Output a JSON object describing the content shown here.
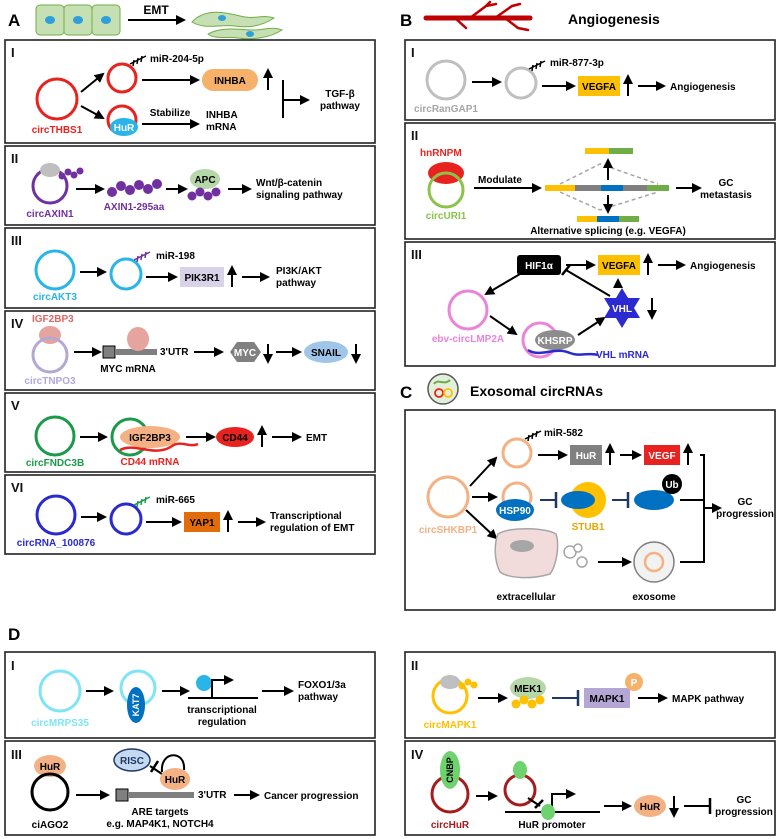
{
  "panel_a": {
    "letter": "A",
    "header_label": "EMT",
    "i": {
      "numeral": "I",
      "circ": "circTHBS1",
      "mirna": "miR-204-5p",
      "protein_box": "INHBA",
      "hur": "HuR",
      "stabilize": "Stabilize",
      "mrna_line1": "INHBA",
      "mrna_line2": "mRNA",
      "pathway_line1": "TGF-β",
      "pathway_line2": "pathway"
    },
    "ii": {
      "numeral": "II",
      "circ": "circAXIN1",
      "peptide": "AXIN1-295aa",
      "protein_box": "APC",
      "pathway_line1": "Wnt/β-catenin",
      "pathway_line2": "signaling pathway"
    },
    "iii": {
      "numeral": "III",
      "circ": "circAKT3",
      "mirna": "miR-198",
      "protein_box": "PIK3R1",
      "pathway_line1": "PI3K/AKT",
      "pathway_line2": "pathway"
    },
    "iv": {
      "numeral": "IV",
      "rbp": "IGF2BP3",
      "circ": "circTNPO3",
      "utr": "3'UTR",
      "mrna": "MYC mRNA",
      "protein_box": "MYC",
      "target_box": "SNAIL"
    },
    "v": {
      "numeral": "V",
      "circ": "circFNDC3B",
      "rbp_box": "IGF2BP3",
      "mrna": "CD44 mRNA",
      "protein_box": "CD44",
      "outcome": "EMT"
    },
    "vi": {
      "numeral": "VI",
      "circ": "circRNA_100876",
      "mirna": "miR-665",
      "protein_box": "YAP1",
      "outcome_line1": "Transcriptional",
      "outcome_line2": "regulation of EMT"
    }
  },
  "panel_b": {
    "letter": "B",
    "title": "Angiogenesis",
    "i": {
      "numeral": "I",
      "circ": "circRanGAP1",
      "mirna": "miR-877-3p",
      "protein_box": "VEGFA",
      "outcome": "Angiogenesis"
    },
    "ii": {
      "numeral": "II",
      "rbp": "hnRNPM",
      "circ": "circURI1",
      "modulate": "Modulate",
      "splicing": "Alternative splicing (e.g. VEGFA)",
      "outcome_line1": "GC",
      "outcome_line2": "metastasis"
    },
    "iii": {
      "numeral": "III",
      "hif_box": "HIF1α",
      "protein_box": "VEGFA",
      "outcome": "Angiogenesis",
      "vhl": "VHL",
      "circ": "ebv-circLMP2A",
      "khsrp": "KHSRP",
      "vhl_mrna": "VHL mRNA"
    }
  },
  "panel_c": {
    "letter": "C",
    "title": "Exosomal circRNAs",
    "mirna": "miR-582",
    "hur": "HuR",
    "vegf": "VEGF",
    "ub": "Ub",
    "hsp90": "HSP90",
    "stub1": "STUB1",
    "circ": "circSHKBP1",
    "extracellular": "extracellular",
    "exosome": "exosome",
    "outcome_line1": "GC",
    "outcome_line2": "progression"
  },
  "panel_d": {
    "letter": "D",
    "i": {
      "numeral": "I",
      "circ": "circMRPS35",
      "kat7": "KAT7",
      "tr_line1": "transcriptional",
      "tr_line2": "regulation",
      "pathway_line1": "FOXO1/3a",
      "pathway_line2": "pathway"
    },
    "ii": {
      "numeral": "II",
      "circ": "circMAPK1",
      "mek1": "MEK1",
      "mapk1": "MAPK1",
      "phospho": "P",
      "pathway": "MAPK pathway"
    },
    "iii": {
      "numeral": "III",
      "hur_top": "HuR",
      "circ": "ciAGO2",
      "risc": "RISC",
      "hur_mid": "HuR",
      "utr": "3'UTR",
      "are_line1": "ARE targets",
      "are_line2": "e.g. MAP4K1, NOTCH4",
      "outcome": "Cancer progression"
    },
    "iv": {
      "numeral": "IV",
      "cnbp": "CNBP",
      "circ": "circHuR",
      "promoter": "HuR promoter",
      "hur": "HuR",
      "outcome_line1": "GC",
      "outcome_line2": "progression"
    }
  },
  "colors": {
    "red": "#e8231f",
    "purple": "#7030a0",
    "cyan": "#29b5e8",
    "lilac": "#b4a7d6",
    "green": "#1a9a4a",
    "blue": "#2a2ad0",
    "grey": "#bfbfbf",
    "orange": "#f6b26b",
    "yellow": "#ffc000",
    "brown": "#f4b183"
  }
}
